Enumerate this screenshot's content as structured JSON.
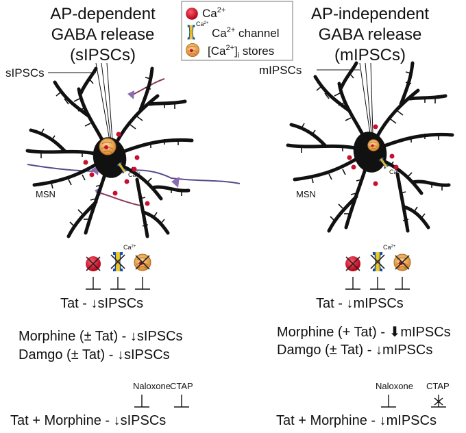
{
  "left_panel": {
    "title_lines": [
      "AP-dependent",
      "GABA release",
      "(sIPSCs)"
    ],
    "pipette_label": "sIPSCs",
    "cell_label": "MSN",
    "tat_effect": "Tat - ↓sIPSCs",
    "morphine_effect": "Morphine (± Tat) - ↓sIPSCs",
    "damgo_effect": "Damgo (± Tat) - ↓sIPSCs",
    "antagonist_1": "Naloxone",
    "antagonist_2": "CTAP",
    "combo_effect": "Tat + Morphine - ↓sIPSCs"
  },
  "right_panel": {
    "title_lines": [
      "AP-independent",
      "GABA release",
      "(mIPSCs)"
    ],
    "pipette_label": "mIPSCs",
    "cell_label": "MSN",
    "tat_effect": "Tat - ↓mIPSCs",
    "morphine_effect": "Morphine (+ Tat) - ⬇mIPSCs",
    "damgo_effect": "Damgo (± Tat) - ↓mIPSCs",
    "antagonist_1": "Naloxone",
    "antagonist_2": "CTAP",
    "combo_effect": "Tat + Morphine - ↓mIPSCs"
  },
  "legend": {
    "ca_label": "Ca",
    "ca_sup": "2+",
    "channel_label": "Ca",
    "channel_sup": "2+",
    "channel_suffix": " channel",
    "stores_label": "[Ca",
    "stores_sup": "2+",
    "stores_bracket": "]",
    "stores_sub": "i",
    "stores_suffix": " stores"
  },
  "channel_tag": "Ca2+",
  "channel_tag_base": "Ca",
  "channel_tag_sup": "2+",
  "colors": {
    "calcium": "#c8102e",
    "channel": "#1f5bb5",
    "store": "#e89a3c",
    "soma": "#111111",
    "axon": "#5a4a8a"
  }
}
